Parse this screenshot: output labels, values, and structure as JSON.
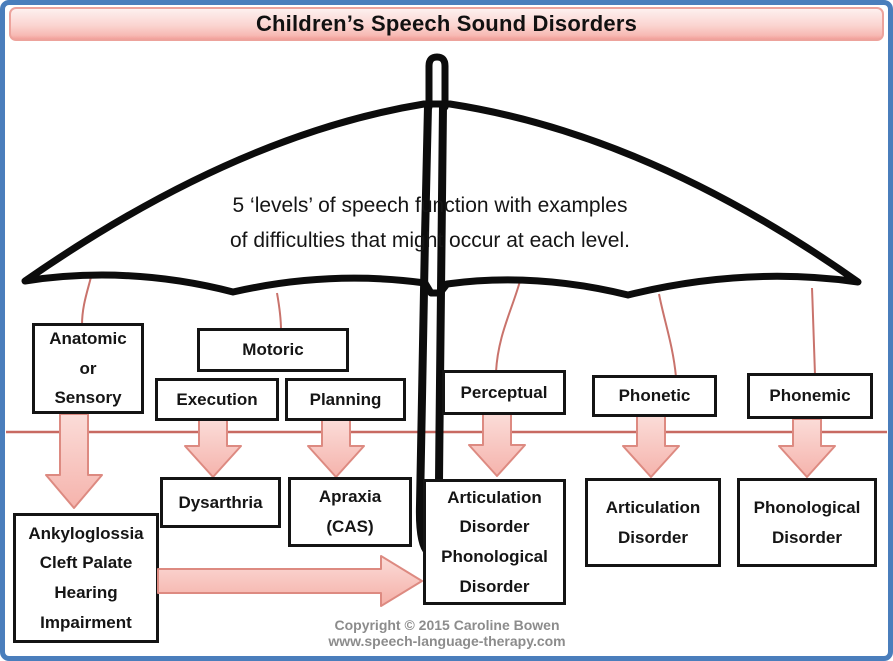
{
  "banner": {
    "title": "Children’s Speech Sound Disorders"
  },
  "umbrella": {
    "caption_line1": "5 ‘levels’ of speech function with examples",
    "caption_line2": "of difficulties that might occur at each level."
  },
  "levels": {
    "anatomic": {
      "label": "Anatomic\nor\nSensory"
    },
    "motoric": {
      "label": "Motoric"
    },
    "execution": {
      "label": "Execution"
    },
    "planning": {
      "label": "Planning"
    },
    "perceptual": {
      "label": "Perceptual"
    },
    "phonetic": {
      "label": "Phonetic"
    },
    "phonemic": {
      "label": "Phonemic"
    }
  },
  "disorders": {
    "ankyloglossia": {
      "label": "Ankyloglossia\nCleft Palate\nHearing\nImpairment"
    },
    "dysarthria": {
      "label": "Dysarthria"
    },
    "apraxia": {
      "label": "Apraxia\n(CAS)"
    },
    "articulation_phonological": {
      "label": "Articulation\nDisorder\nPhonological\nDisorder"
    },
    "articulation": {
      "label": "Articulation\nDisorder"
    },
    "phonological": {
      "label": "Phonological\nDisorder"
    }
  },
  "footer": {
    "line1": "Copyright © 2015 Caroline Bowen",
    "line2": "www.speech-language-therapy.com"
  },
  "palette": {
    "frame_border": "#4a7ebc",
    "banner_top": "#fdf0ef",
    "banner_bottom": "#f2a09a",
    "banner_border": "#eda39c",
    "umbrella_stroke": "#0c0c0c",
    "box_border": "#141414",
    "arrow_fill_light": "#fbdcd8",
    "arrow_fill_dark": "#f5b3ac",
    "arrow_stroke": "#dd8a81",
    "connector": "#c9736c",
    "level_line": "#c86a62",
    "footer_text": "#8c8c8c"
  }
}
